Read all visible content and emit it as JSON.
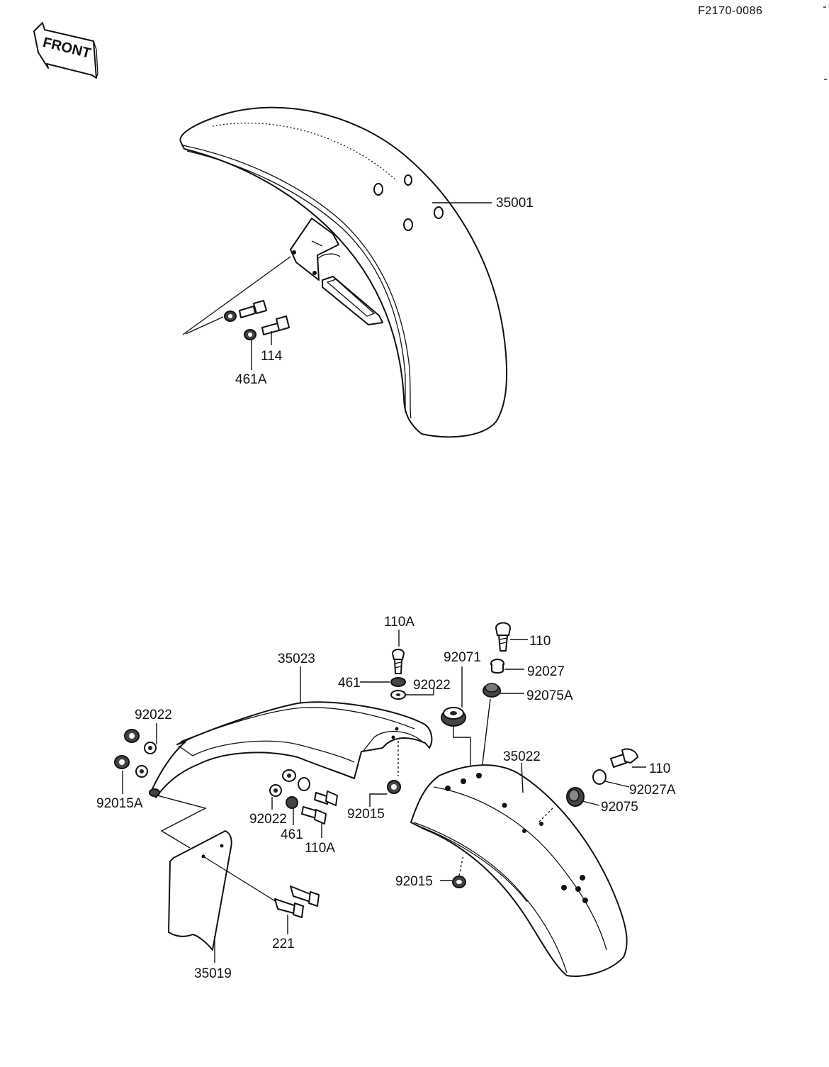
{
  "ref_number": "F2170-0086",
  "front_arrow": {
    "text": "FRONT"
  },
  "parts": {
    "front_fender": "35001",
    "bolt_114": "114",
    "washer_461A": "461A",
    "rear_fender_front": "35023",
    "rear_fender_rear": "35022",
    "mud_flap": "35019",
    "screw_221": "221",
    "bolt_110A_top": "110A",
    "bolt_110A_mid": "110A",
    "washer_461_top": "461",
    "washer_461_mid": "461",
    "collar_92022_top": "92022",
    "collar_92022_left": "92022",
    "collar_92022_mid": "92022",
    "nut_92015A": "92015A",
    "nut_92015_mid": "92015",
    "nut_92015_low": "92015",
    "damper_92071": "92071",
    "bolt_110_top": "110",
    "bolt_110_right": "110",
    "collar_92027": "92027",
    "collar_92027A": "92027A",
    "damper_92075A": "92075A",
    "damper_92075": "92075"
  }
}
